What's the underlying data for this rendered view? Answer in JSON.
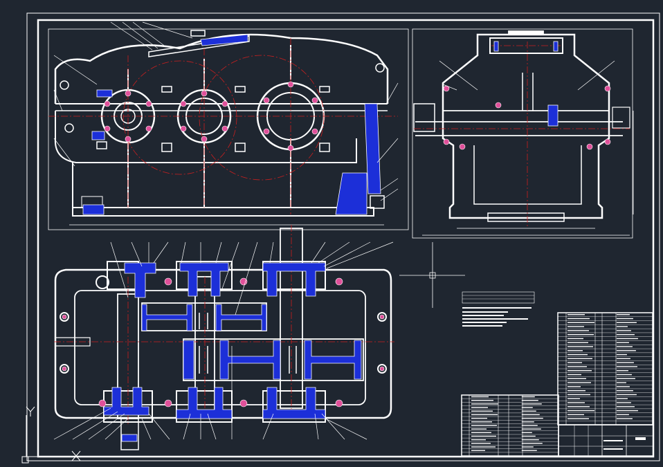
{
  "drawing": {
    "background": "#1f2630",
    "line_color": "#ffffff",
    "centerline_color": "#cc1f1f",
    "section_fill_color": "#1c2fd8",
    "ucs_x_label": "X",
    "ucs_y_label": "Y"
  },
  "views": [
    {
      "id": "front-elevation",
      "description_icon": "gearbox-front-view"
    },
    {
      "id": "side-elevation",
      "description_icon": "gearbox-side-view"
    },
    {
      "id": "plan-section",
      "description_icon": "gearbox-plan-section"
    }
  ],
  "title_block": {
    "technical_requirements_lines": 6,
    "parts_list_rows": 28,
    "lower_left_table_rows": 17
  }
}
